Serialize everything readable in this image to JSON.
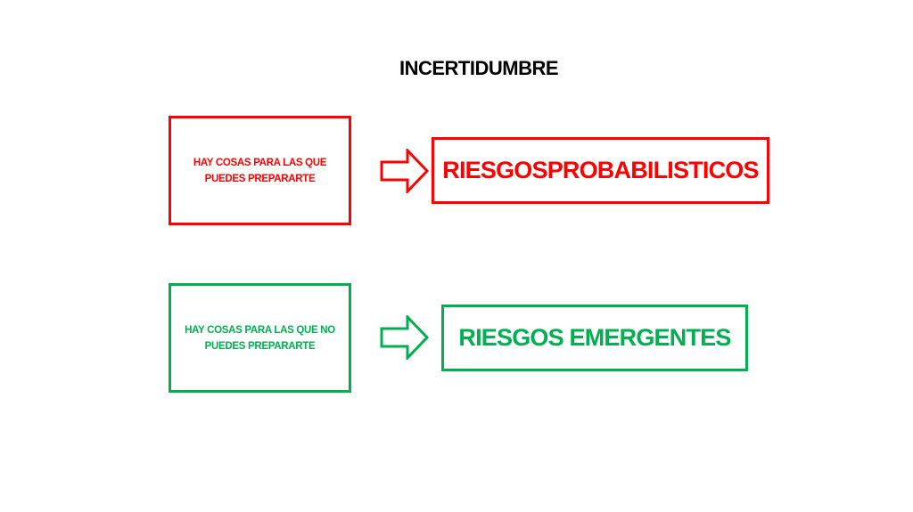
{
  "title": "INCERTIDUMBRE",
  "rows": [
    {
      "left_text_1": "HAY COSAS PARA LAS QUE",
      "left_text_2": "PUEDES PREPARARTE",
      "right_text": "RIESGOSPROBABILISTICOS",
      "color": "#ff0000",
      "arrow_icon": "right-arrow-outline"
    },
    {
      "left_text_1": "HAY COSAS PARA LAS QUE NO",
      "left_text_2": "PUEDES PREPARARTE",
      "right_text": "RIESGOS EMERGENTES",
      "color": "#00b050",
      "arrow_icon": "right-arrow-outline"
    }
  ]
}
